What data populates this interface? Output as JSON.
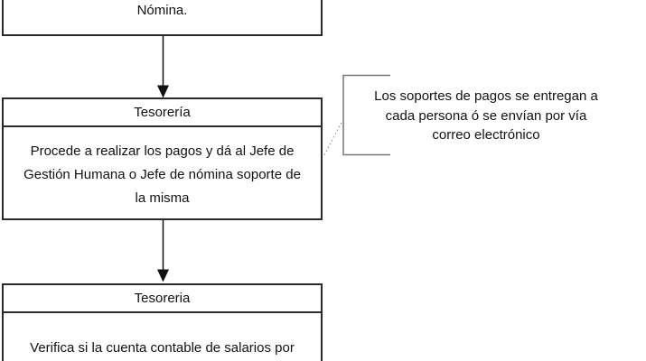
{
  "diagram": {
    "type": "flowchart",
    "background": "#ffffff",
    "colors": {
      "box_border": "#2a2a2a",
      "text": "#111111",
      "arrow": "#111111",
      "callout_bracket": "#777777",
      "callout_leader": "#999999"
    },
    "boxes": {
      "nomina": {
        "text": "Nómina."
      },
      "tesoreria_pagos": {
        "header": "Tesorería",
        "body_lines": [
          "Procede a realizar los pagos y dá al Jefe de",
          "Gestión Humana o Jefe de nómina soporte de",
          "la misma"
        ]
      },
      "tesoreria_verifica": {
        "header": "Tesoreria",
        "body_lines": [
          "Verifica si la cuenta contable de salarios por"
        ]
      }
    },
    "callout": {
      "lines": [
        "Los soportes de pagos se entregan a",
        "cada persona ó se envían por vía",
        "correo electrónico"
      ]
    }
  }
}
